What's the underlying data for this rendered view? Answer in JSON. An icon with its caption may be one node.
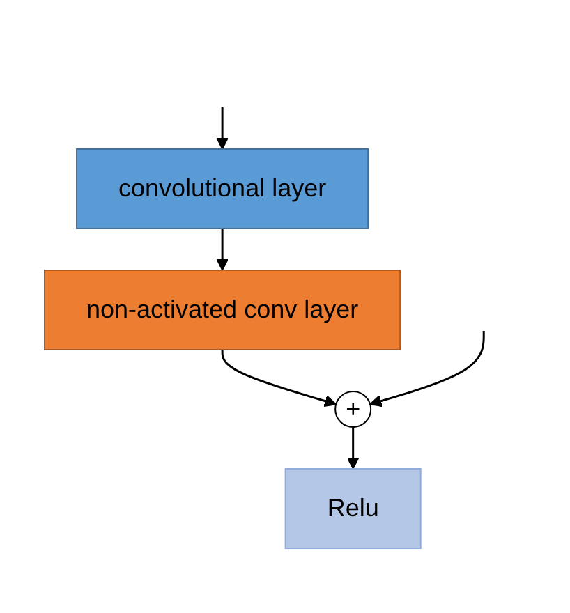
{
  "diagram": {
    "nodes": [
      {
        "text": [
          "convolutional layer"
        ]
      },
      {
        "text": [
          "non-activated conv layer"
        ]
      },
      {
        "text": [
          "+"
        ]
      },
      {
        "text": [
          "Relu"
        ]
      }
    ],
    "edges": [
      {
        "from": null,
        "to": 0,
        "arrow": "to"
      },
      {
        "from": 0,
        "to": 1,
        "arrow": "to"
      },
      {
        "from": 1,
        "to": 2,
        "arrow": "to"
      },
      {
        "from": null,
        "to": 2,
        "arrow": "to"
      },
      {
        "from": 2,
        "to": 3,
        "arrow": "to"
      }
    ]
  }
}
